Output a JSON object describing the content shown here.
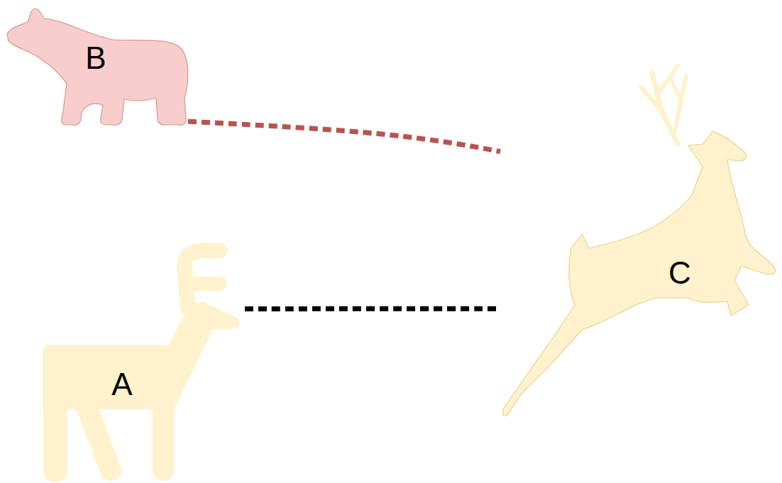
{
  "diagram": {
    "nodes": [
      {
        "text": [
          "B"
        ]
      },
      {
        "text": [
          "C"
        ]
      },
      {
        "text": [
          "A"
        ]
      }
    ],
    "edges": [
      {
        "from": 0,
        "to": 1,
        "arrow": "none"
      },
      {
        "from": 2,
        "to": 1,
        "arrow": "none"
      }
    ]
  }
}
